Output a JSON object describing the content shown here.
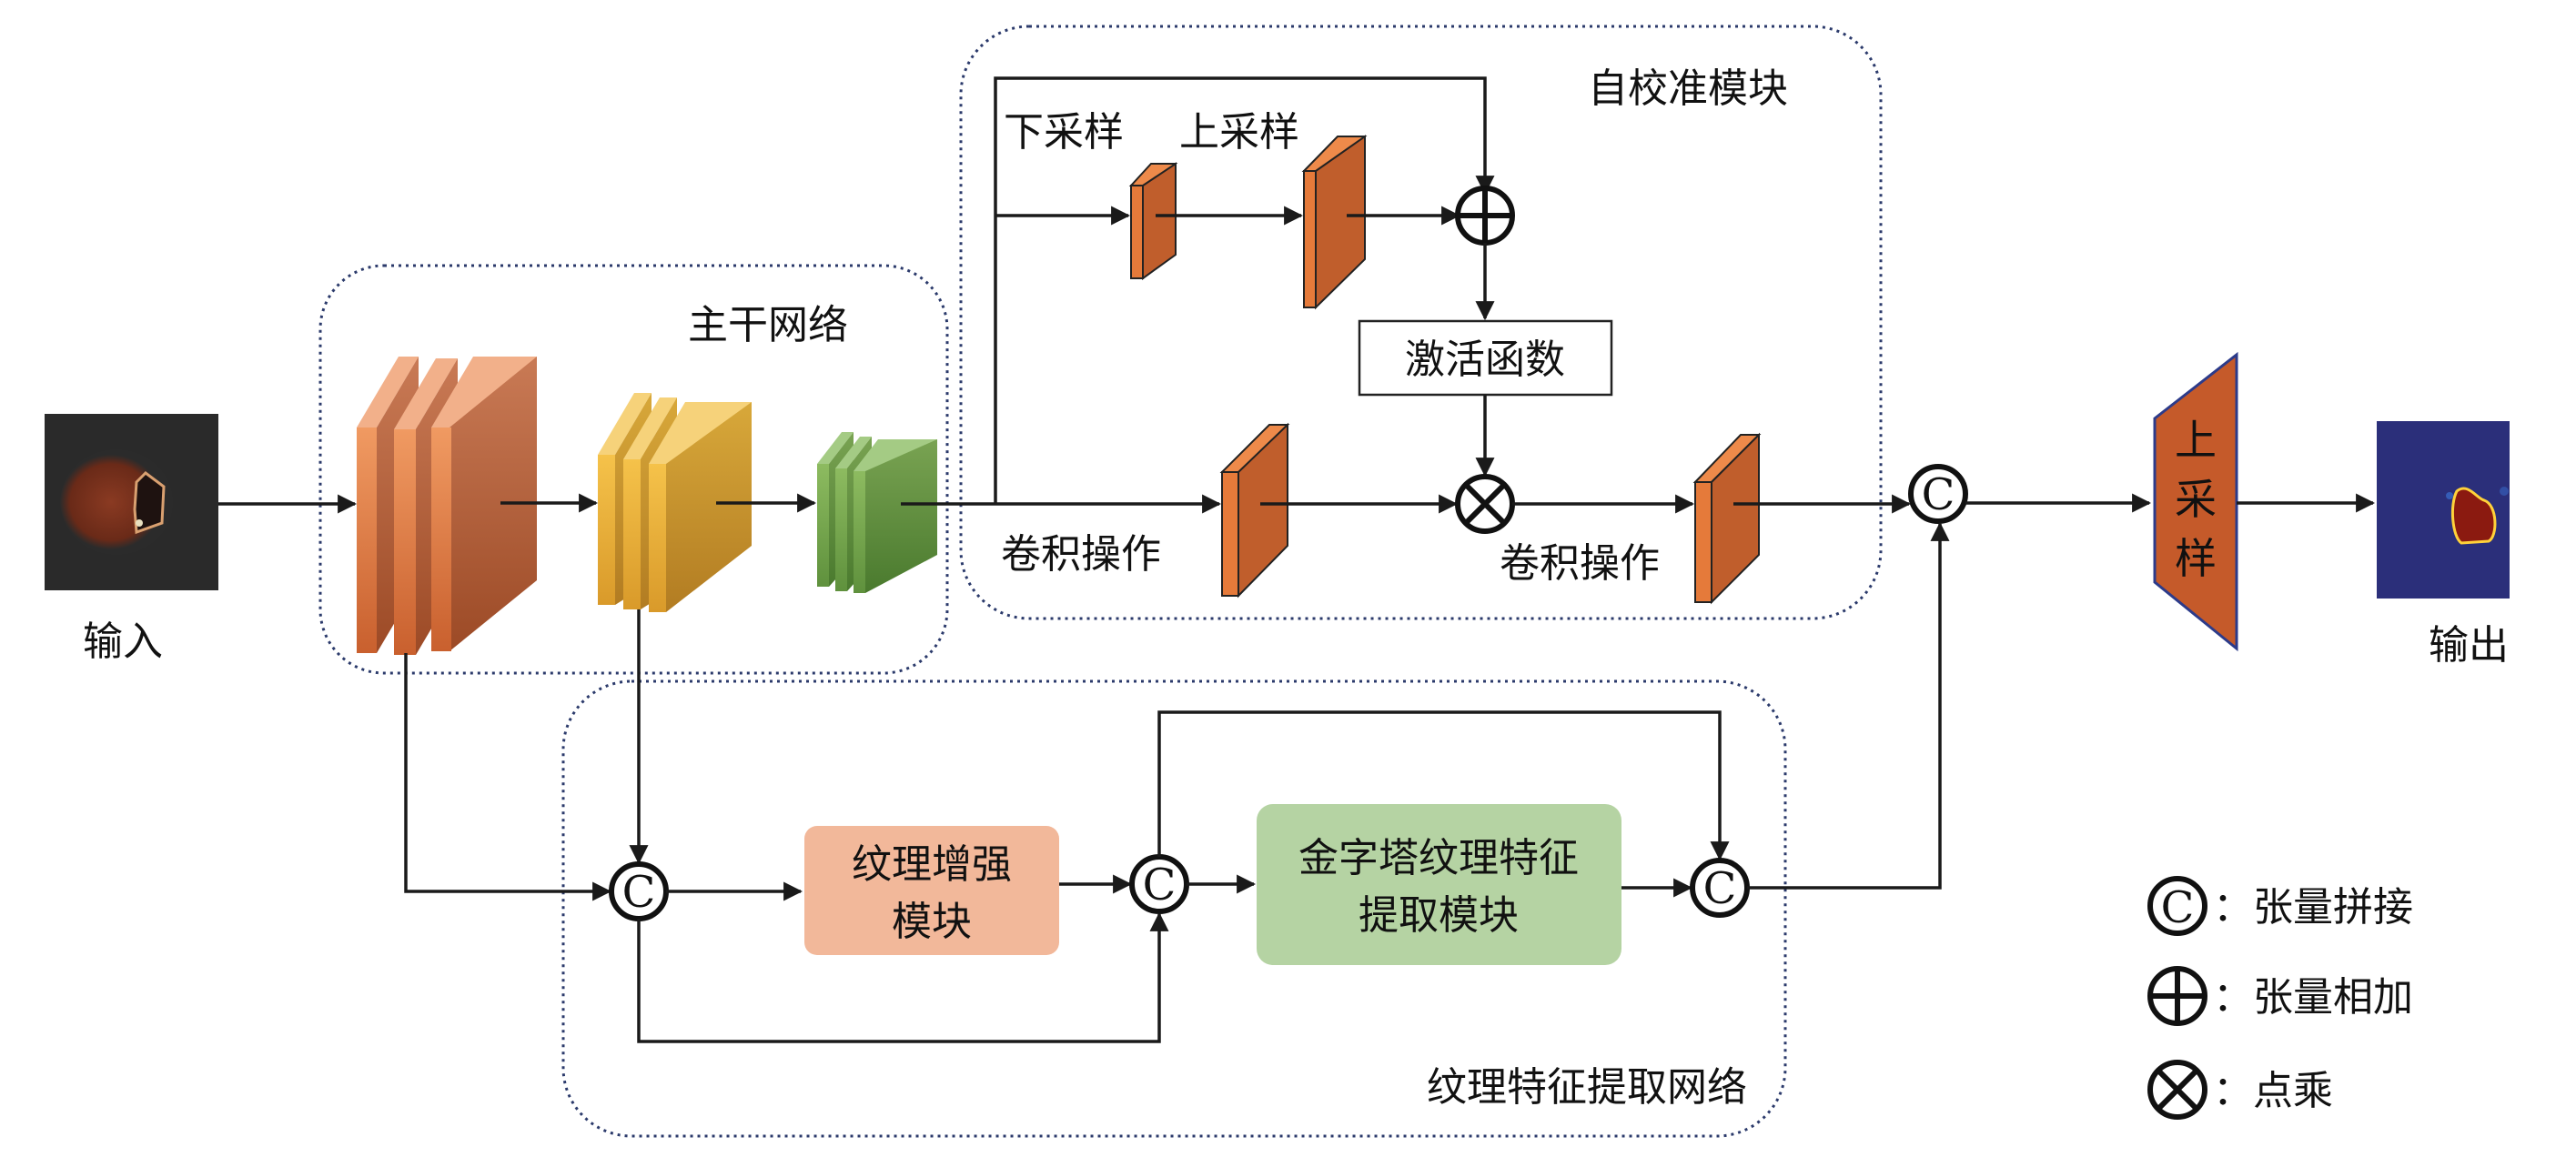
{
  "diagram": {
    "input": {
      "label": "输入"
    },
    "output": {
      "label": "输出"
    },
    "backbone": {
      "title": "主干网络",
      "stages": [
        {
          "name": "stage-1",
          "color_front": "#e8834a",
          "color_side": "#b9582c",
          "color_top": "#f1a47c"
        },
        {
          "name": "stage-2",
          "color_front": "#f2b93a",
          "color_side": "#c9952a",
          "color_top": "#f6d27a"
        },
        {
          "name": "stage-3",
          "color_front": "#7db04f",
          "color_side": "#5a8c38",
          "color_top": "#a4cb84"
        }
      ]
    },
    "self_calibration": {
      "title": "自校准模块",
      "downsample_label": "下采样",
      "upsample_label": "上采样",
      "activation_label": "激活函数",
      "conv_label_1": "卷积操作",
      "conv_label_2": "卷积操作"
    },
    "upsample_block": {
      "chars": [
        "上",
        "采",
        "样"
      ],
      "color": "#c55a2a",
      "border": "#2c3b8a"
    },
    "texture_network": {
      "title": "纹理特征提取网络",
      "enhance_module": {
        "line1": "纹理增强",
        "line2": "模块",
        "color": "#f2b89a"
      },
      "pyramid_module": {
        "line1": "金字塔纹理特征",
        "line2": "提取模块",
        "color": "#b5d3a3"
      }
    },
    "operators": {
      "concat": "C",
      "add": "+",
      "multiply": "×"
    },
    "legend": [
      {
        "symbol": "concat",
        "text": "：张量拼接"
      },
      {
        "symbol": "add",
        "text": "：张量相加"
      },
      {
        "symbol": "multiply",
        "text": "：点乘"
      }
    ],
    "colors": {
      "block_orange": "#e07b3f",
      "block_orange_side": "#b85a2c",
      "dotted_border": "#2b3a6b"
    }
  }
}
